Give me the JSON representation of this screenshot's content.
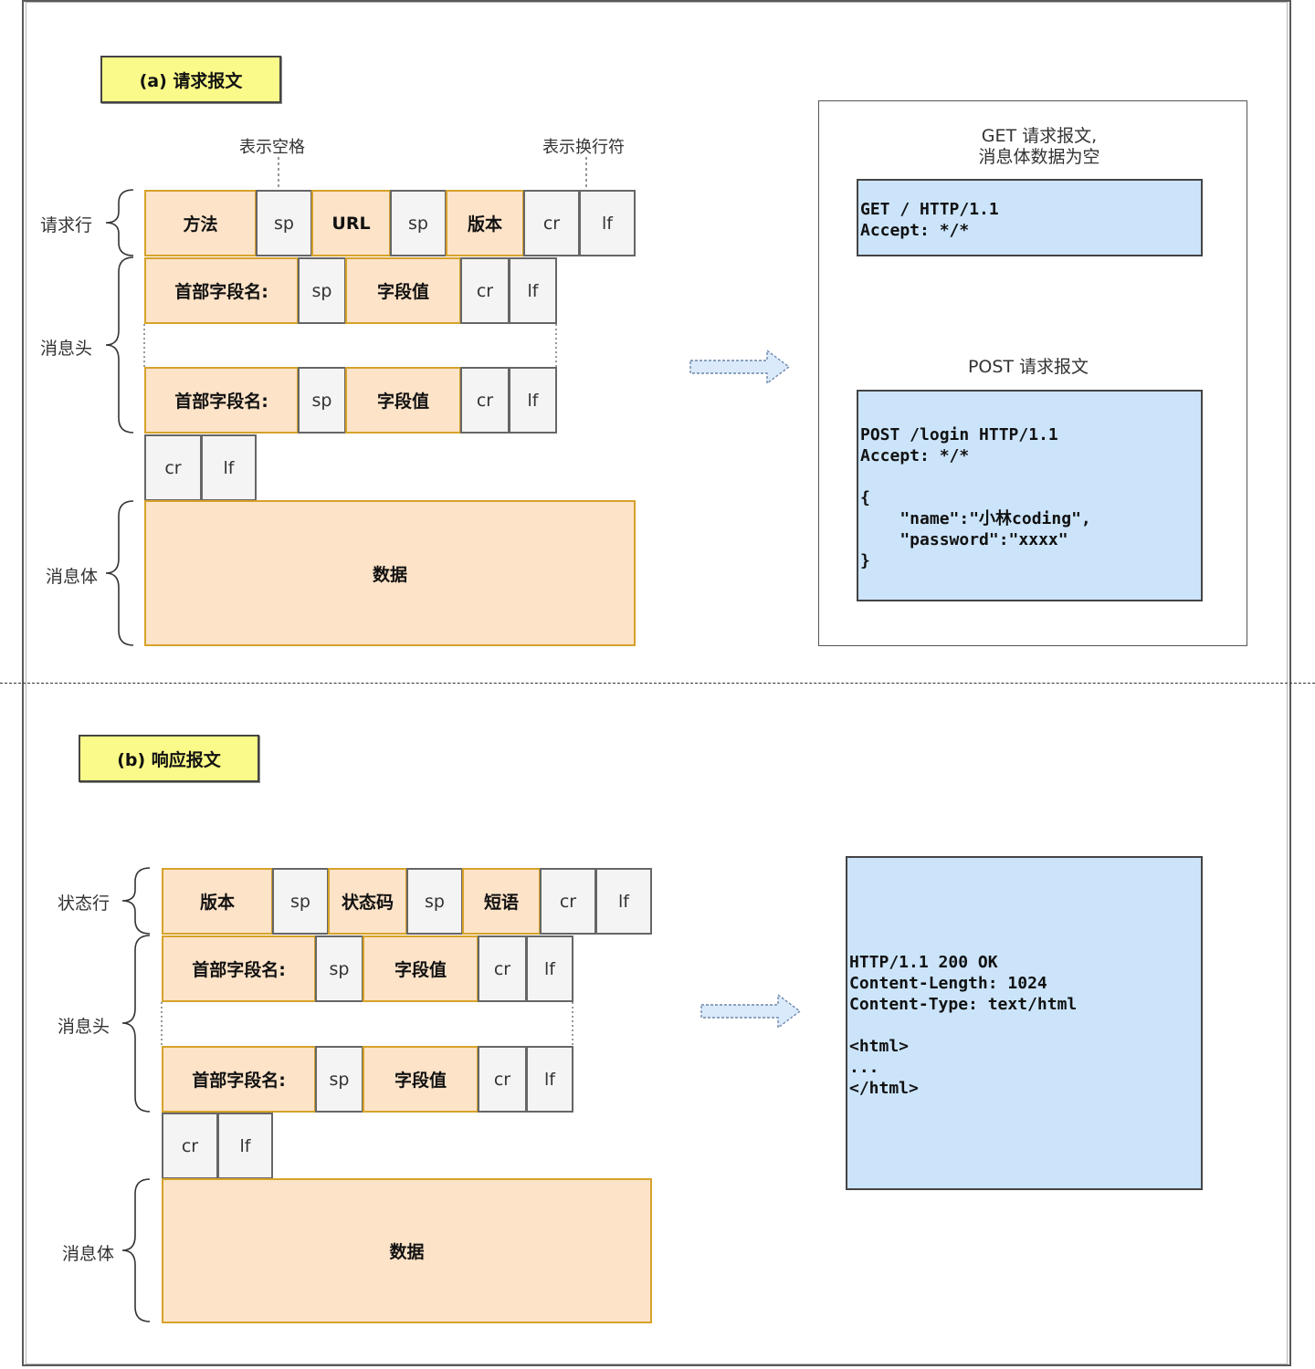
{
  "request": {
    "title": "(a) 请求报文",
    "note_space": "表示空格",
    "note_newline": "表示换行符",
    "labels": {
      "line": "请求行",
      "header": "消息头",
      "body": "消息体"
    },
    "request_line": [
      "方法",
      "sp",
      "URL",
      "sp",
      "版本",
      "cr",
      "lf"
    ],
    "header_row": [
      "首部字段名:",
      "sp",
      "字段值",
      "cr",
      "lf"
    ],
    "end_row": [
      "cr",
      "lf"
    ],
    "body": "数据",
    "examples": {
      "get_caption_line1": "GET 请求报文,",
      "get_caption_line2": "消息体数据为空",
      "get_code": "GET / HTTP/1.1\nAccept: */*",
      "post_caption": "POST 请求报文",
      "post_code": "POST /login HTTP/1.1\nAccept: */*\n\n{\n    \"name\":\"小林coding\",\n    \"password\":\"xxxx\"\n}"
    }
  },
  "response": {
    "title": "(b) 响应报文",
    "labels": {
      "line": "状态行",
      "header": "消息头",
      "body": "消息体"
    },
    "status_line": [
      "版本",
      "sp",
      "状态码",
      "sp",
      "短语",
      "cr",
      "lf"
    ],
    "header_row": [
      "首部字段名:",
      "sp",
      "字段值",
      "cr",
      "lf"
    ],
    "end_row": [
      "cr",
      "lf"
    ],
    "body": "数据",
    "example_code": "HTTP/1.1 200 OK\nContent-Length: 1024\nContent-Type: text/html\n\n<html>\n...\n</html>"
  },
  "colors": {
    "field_fill": "#fde3c8",
    "field_border": "#d6a22a",
    "separator_fill": "#f4f4f4",
    "code_fill": "#cbe4fa",
    "title_fill": "#fafa8a",
    "arrow_fill": "#dbeafb"
  }
}
